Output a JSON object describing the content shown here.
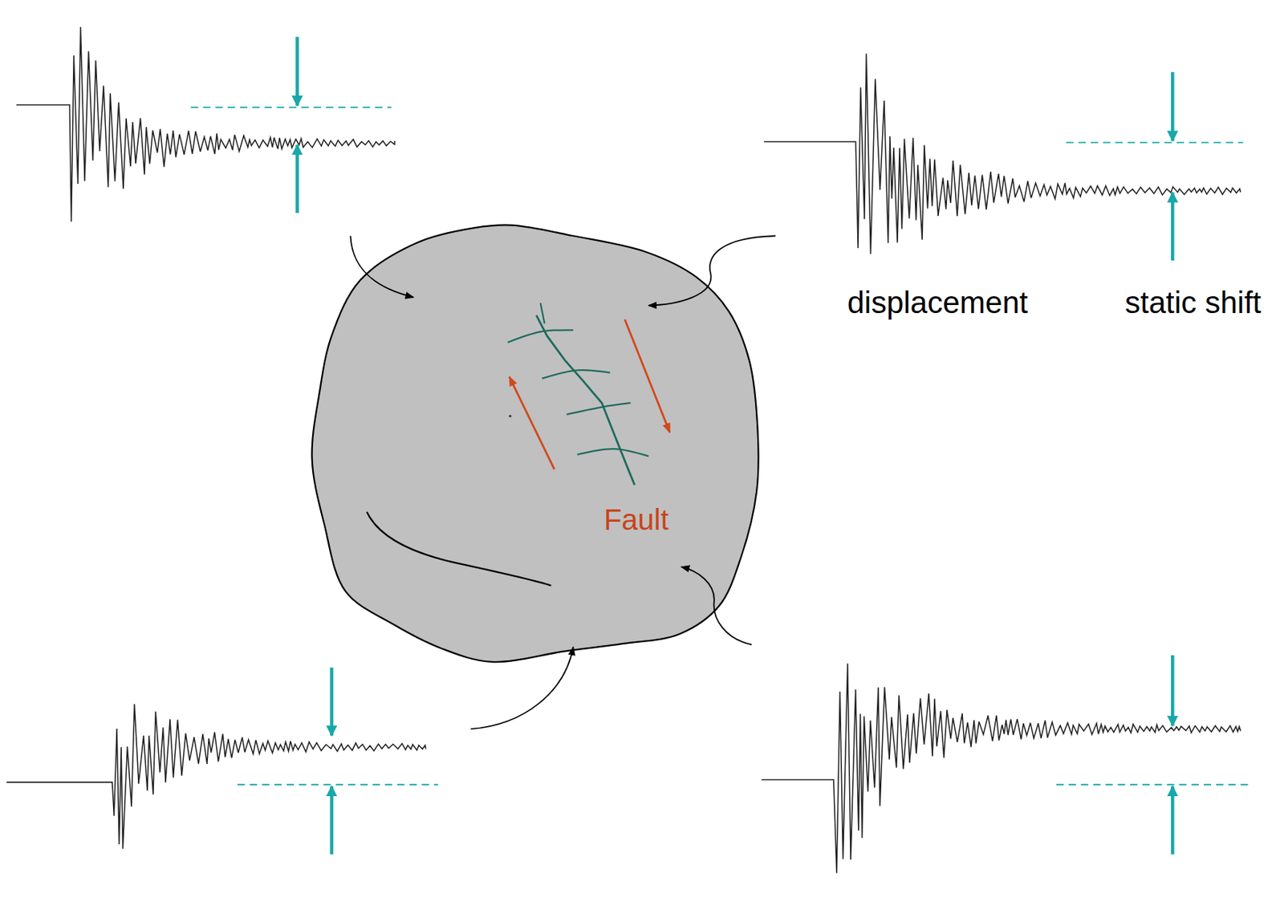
{
  "diagram": {
    "labels": [
      "displacement",
      "static shift",
      "Fault"
    ]
  }
}
